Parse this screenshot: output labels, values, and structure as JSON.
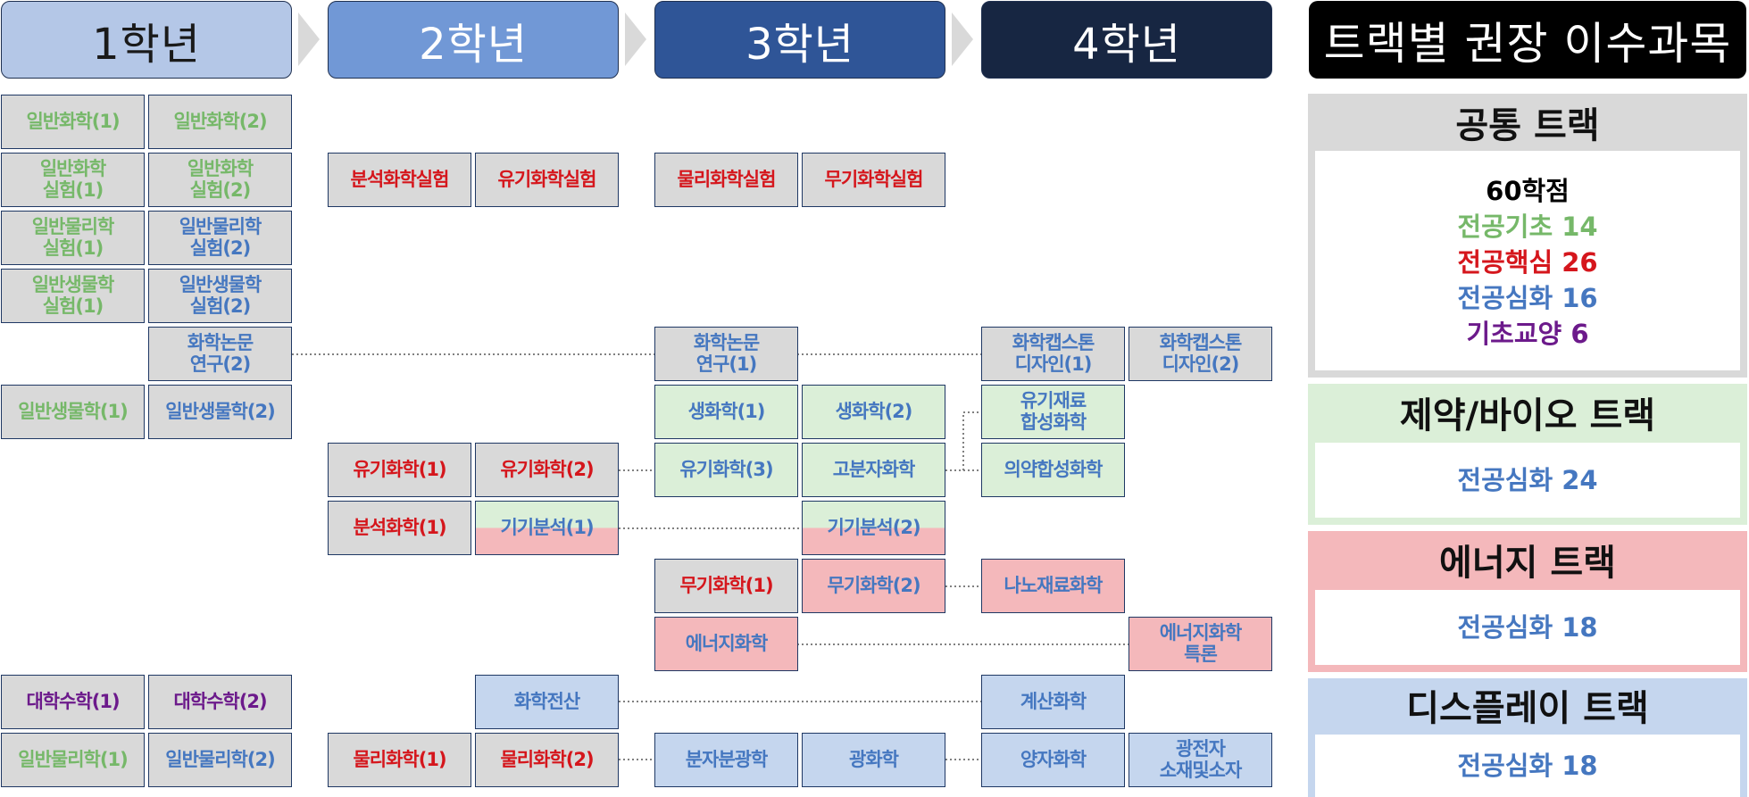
{
  "years": [
    "1학년",
    "2학년",
    "3학년",
    "4학년"
  ],
  "colors": {
    "foundation": "#76b869",
    "core": "#d5161c",
    "advanced": "#4577c0",
    "liberal": "#6c1a8b",
    "year1": "#b4c7e7",
    "year2": "#7198d6",
    "year3": "#2f5597",
    "year4": "#172642"
  },
  "panel": {
    "title": "트랙별 권장 이수과목",
    "common": {
      "name": "공통 트랙",
      "total": "60학점",
      "lines": [
        "전공기초 14",
        "전공핵심 26",
        "전공심화 16",
        "기초교양 6"
      ]
    },
    "pharma": {
      "name": "제약/바이오 트랙",
      "value": "전공심화 24"
    },
    "energy": {
      "name": "에너지 트랙",
      "value": "전공심화 18"
    },
    "display": {
      "name": "디스플레이 트랙",
      "value": "전공심화 18"
    }
  },
  "courses": {
    "gen_chem1": "일반화학(1)",
    "gen_chem2": "일반화학(2)",
    "gen_chem_lab1": "일반화학\n실험(1)",
    "gen_chem_lab2": "일반화학\n실험(2)",
    "analytical_lab": "분석화학실험",
    "organic_lab": "유기화학실험",
    "physical_lab": "물리화학실험",
    "inorganic_lab": "무기화학실험",
    "gen_phys_lab1": "일반물리학\n실험(1)",
    "gen_phys_lab2": "일반물리학\n실험(2)",
    "gen_bio_lab1": "일반생물학\n실험(1)",
    "gen_bio_lab2": "일반생물학\n실험(2)",
    "thesis2": "화학논문\n연구(2)",
    "thesis1": "화학논문\n연구(1)",
    "capstone1": "화학캡스톤\n디자인(1)",
    "capstone2": "화학캡스톤\n디자인(2)",
    "gen_bio1": "일반생물학(1)",
    "gen_bio2": "일반생물학(2)",
    "biochem1": "생화학(1)",
    "biochem2": "생화학(2)",
    "organic_material": "유기재료\n합성화학",
    "organic1": "유기화학(1)",
    "organic2": "유기화학(2)",
    "organic3": "유기화학(3)",
    "polymer": "고분자화학",
    "medicinal": "의약합성화학",
    "analytical1": "분석화학(1)",
    "instrumental1": "기기분석(1)",
    "instrumental2": "기기분석(2)",
    "inorganic1": "무기화학(1)",
    "inorganic2": "무기화학(2)",
    "nano": "나노재료화학",
    "energy_chem": "에너지화학",
    "energy_seminar": "에너지화학\n특론",
    "calc1": "대학수학(1)",
    "calc2": "대학수학(2)",
    "comp_chem": "화학전산",
    "computational": "계산화학",
    "gen_phys1": "일반물리학(1)",
    "gen_phys2": "일반물리학(2)",
    "physical1": "물리화학(1)",
    "physical2": "물리화학(2)",
    "spectroscopy": "분자분광학",
    "photochem": "광화학",
    "quantum": "양자화학",
    "optoelectronic": "광전자\n소재및소자"
  }
}
